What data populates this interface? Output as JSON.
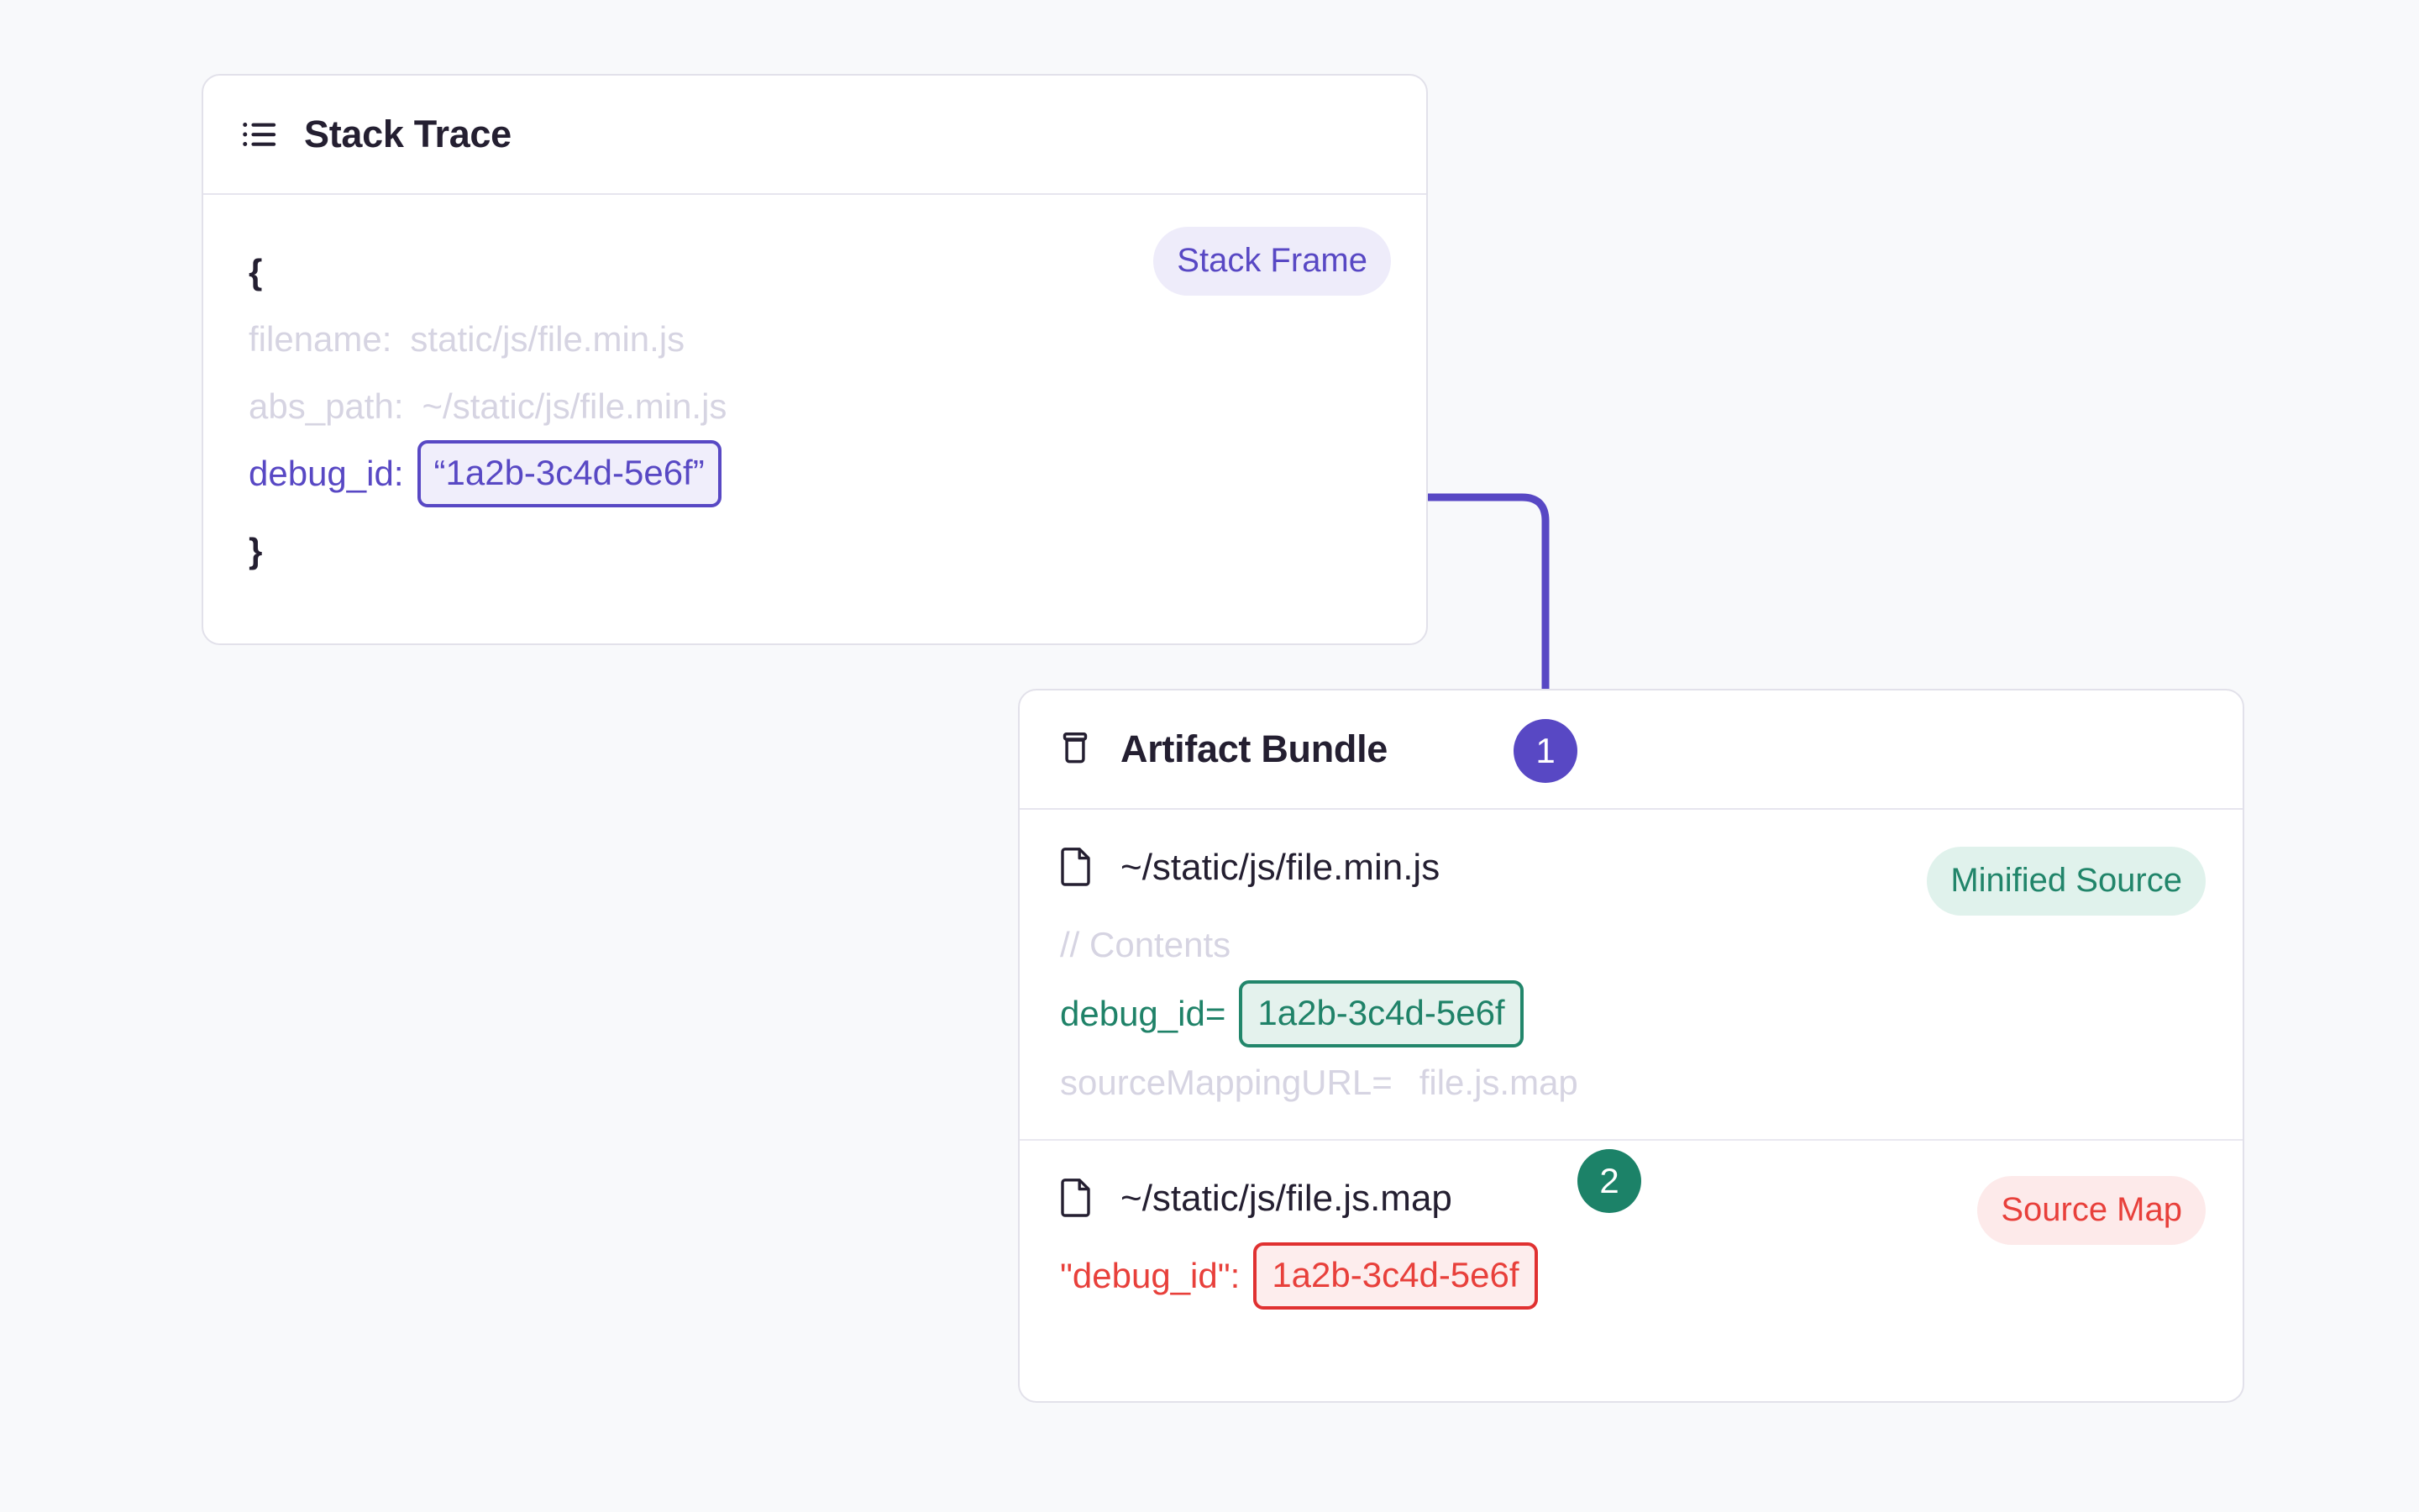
{
  "canvas": {
    "background_color": "#f8f9fb"
  },
  "colors": {
    "purple": "#5848c4",
    "green": "#1f8268",
    "red": "#e8403b",
    "muted": "#d6d4e2",
    "ink": "#241f31",
    "card_border": "#e2e1ea"
  },
  "stack_trace_card": {
    "icon": "list-icon",
    "title": "Stack Trace",
    "badge": {
      "label": "Stack Frame",
      "tone": "purple"
    },
    "open_brace": "{",
    "close_brace": "}",
    "fields": [
      {
        "key": "filename:",
        "value": "static/js/file.min.js",
        "tone": "muted"
      },
      {
        "key": "abs_path:",
        "value": "~/static/js/file.min.js",
        "tone": "muted"
      }
    ],
    "debug_id": {
      "key": "debug_id:",
      "value": "“1a2b-3c4d-5e6f”",
      "tone": "purple"
    }
  },
  "artifact_bundle_card": {
    "icon": "archive-icon",
    "title": "Artifact Bundle",
    "entries": [
      {
        "icon": "file-icon",
        "path": "~/static/js/file.min.js",
        "badge": {
          "label": "Minified Source",
          "tone": "green"
        },
        "lines": [
          {
            "key": "// Contents",
            "value": "",
            "tone": "muted"
          },
          {
            "key": "debug_id=",
            "value": "1a2b-3c4d-5e6f",
            "tone": "green",
            "highlighted": true
          },
          {
            "key": "sourceMappingURL=",
            "value": "file.js.map",
            "tone": "muted"
          }
        ]
      },
      {
        "icon": "file-icon",
        "path": "~/static/js/file.js.map",
        "badge": {
          "label": "Source Map",
          "tone": "red"
        },
        "lines": [
          {
            "key": "\"debug_id\":",
            "value": "1a2b-3c4d-5e6f",
            "tone": "red",
            "highlighted": true
          }
        ]
      }
    ]
  },
  "steps": [
    {
      "number": "1",
      "tone": "purple"
    },
    {
      "number": "2",
      "tone": "green"
    }
  ],
  "connectors": [
    {
      "from": "stack-trace-debug-id",
      "to": "minified-debug-id",
      "colors": [
        "#5848c4",
        "#1f8268"
      ]
    },
    {
      "from": "minified-debug-id",
      "to": "sourcemap-debug-id",
      "colors": [
        "#1f8268",
        "#e8403b"
      ]
    }
  ]
}
